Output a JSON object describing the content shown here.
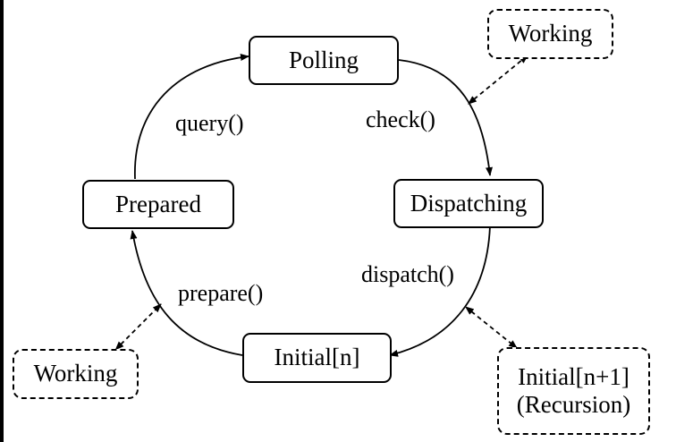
{
  "states": {
    "polling": "Polling",
    "dispatching": "Dispatching",
    "initial": "Initial[n]",
    "prepared": "Prepared"
  },
  "transitions": {
    "check": "check()",
    "dispatch": "dispatch()",
    "prepare": "prepare()",
    "query": "query()"
  },
  "side_states": {
    "working_top": "Working",
    "working_bottom": "Working",
    "recursion_line1": "Initial[n+1]",
    "recursion_line2": "(Recursion)"
  }
}
